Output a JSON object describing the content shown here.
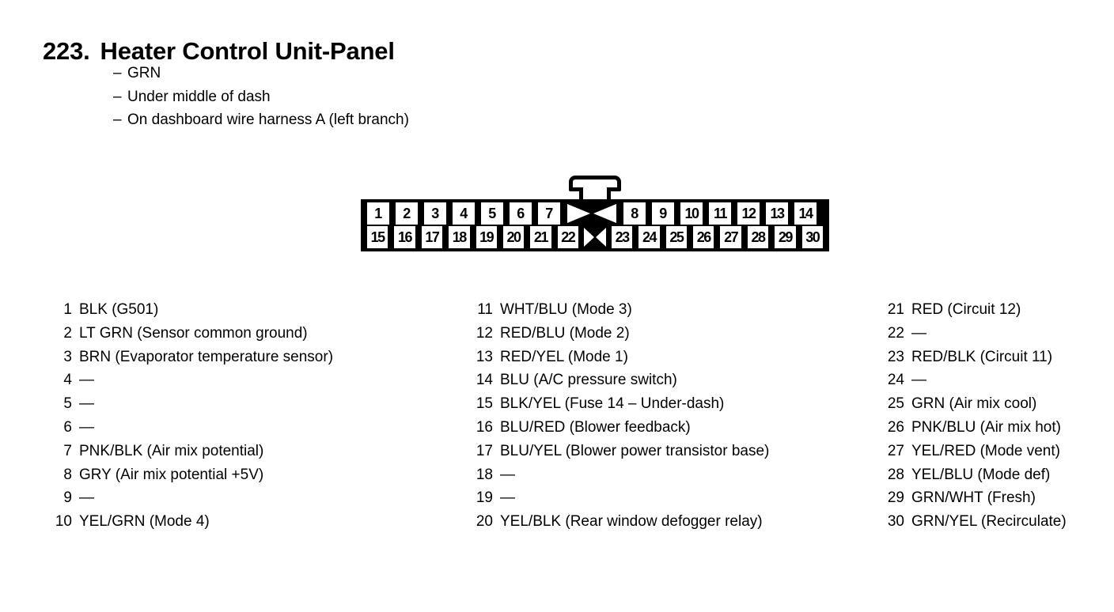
{
  "header": {
    "number": "223.",
    "title": "Heater Control Unit-Panel",
    "notes": [
      "GRN",
      "Under middle of dash",
      "On dashboard wire harness A (left branch)"
    ],
    "note_dash": "–"
  },
  "connector": {
    "total_pins": 30,
    "top_row": [
      "1",
      "2",
      "3",
      "4",
      "5",
      "6",
      "7",
      "8",
      "9",
      "10",
      "11",
      "12",
      "13",
      "14"
    ],
    "bottom_row": [
      "15",
      "16",
      "17",
      "18",
      "19",
      "20",
      "21",
      "22",
      "23",
      "24",
      "25",
      "26",
      "27",
      "28",
      "29",
      "30"
    ],
    "top_row_before_blank": [
      "1",
      "2",
      "3",
      "4",
      "5",
      "6",
      "7"
    ],
    "top_row_after_blank": [
      "8",
      "9",
      "10",
      "11",
      "12",
      "13",
      "14"
    ],
    "bottom_row_before_blank": [
      "15",
      "16",
      "17",
      "18",
      "19",
      "20",
      "21",
      "22"
    ],
    "bottom_row_after_blank": [
      "23",
      "24",
      "25",
      "26",
      "27",
      "28",
      "29",
      "30"
    ],
    "blank_cells": {
      "top_span": 2,
      "bottom_span": 1
    }
  },
  "pin_legend": {
    "column_1": [
      {
        "num": "1",
        "desc": "BLK (G501)"
      },
      {
        "num": "2",
        "desc": "LT GRN (Sensor common ground)"
      },
      {
        "num": "3",
        "desc": "BRN (Evaporator temperature sensor)"
      },
      {
        "num": "4",
        "desc": "—"
      },
      {
        "num": "5",
        "desc": "—"
      },
      {
        "num": "6",
        "desc": "—"
      },
      {
        "num": "7",
        "desc": "PNK/BLK (Air mix potential)"
      },
      {
        "num": "8",
        "desc": "GRY (Air mix potential +5V)"
      },
      {
        "num": "9",
        "desc": "—"
      },
      {
        "num": "10",
        "desc": "YEL/GRN (Mode 4)"
      }
    ],
    "column_2": [
      {
        "num": "11",
        "desc": "WHT/BLU (Mode 3)"
      },
      {
        "num": "12",
        "desc": "RED/BLU (Mode 2)"
      },
      {
        "num": "13",
        "desc": "RED/YEL (Mode 1)"
      },
      {
        "num": "14",
        "desc": "BLU (A/C pressure switch)"
      },
      {
        "num": "15",
        "desc": "BLK/YEL (Fuse 14 – Under-dash)"
      },
      {
        "num": "16",
        "desc": "BLU/RED (Blower feedback)"
      },
      {
        "num": "17",
        "desc": "BLU/YEL (Blower power transistor base)"
      },
      {
        "num": "18",
        "desc": "—"
      },
      {
        "num": "19",
        "desc": "—"
      },
      {
        "num": "20",
        "desc": "YEL/BLK (Rear window defogger relay)"
      }
    ],
    "column_3": [
      {
        "num": "21",
        "desc": "RED (Circuit 12)"
      },
      {
        "num": "22",
        "desc": "—"
      },
      {
        "num": "23",
        "desc": "RED/BLK (Circuit 11)"
      },
      {
        "num": "24",
        "desc": "—"
      },
      {
        "num": "25",
        "desc": "GRN (Air mix cool)"
      },
      {
        "num": "26",
        "desc": "PNK/BLU (Air mix hot)"
      },
      {
        "num": "27",
        "desc": "YEL/RED (Mode vent)"
      },
      {
        "num": "28",
        "desc": "YEL/BLU (Mode def)"
      },
      {
        "num": "29",
        "desc": "GRN/WHT (Fresh)"
      },
      {
        "num": "30",
        "desc": "GRN/YEL (Recirculate)"
      }
    ]
  },
  "colors": {
    "ink": "#000000",
    "paper": "#ffffff"
  }
}
